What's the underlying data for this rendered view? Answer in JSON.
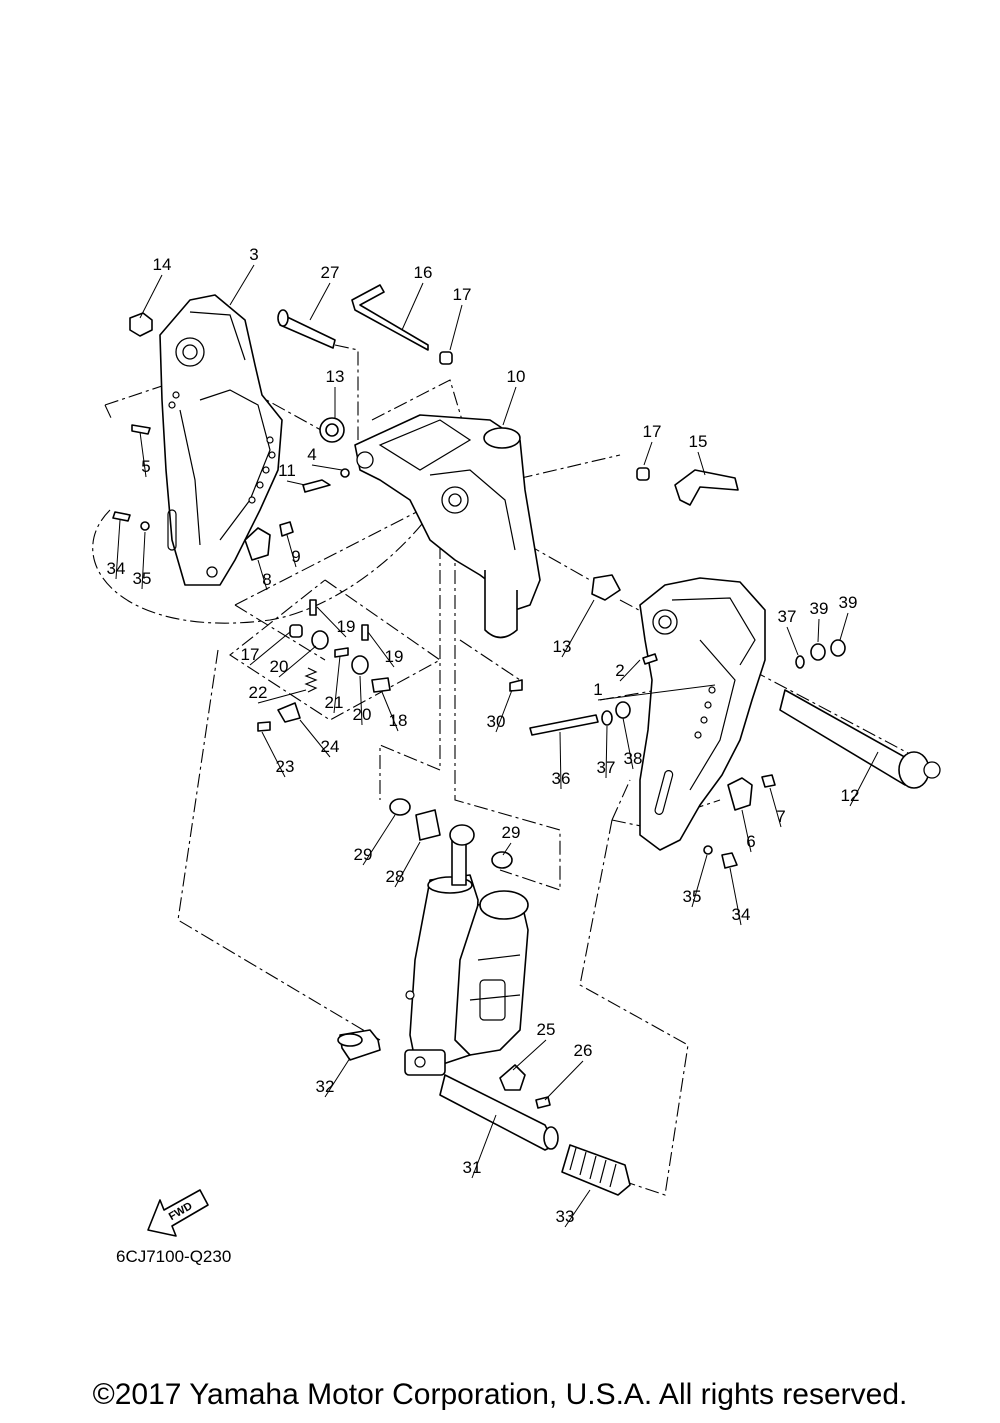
{
  "diagram": {
    "code": "6CJ7100-Q230",
    "fwd_label": "FWD",
    "copyright": "©2017 Yamaha Motor Corporation, U.S.A. All rights reserved.",
    "callouts": [
      {
        "id": "c14a",
        "text": "14"
      },
      {
        "id": "c3",
        "text": "3"
      },
      {
        "id": "c27",
        "text": "27"
      },
      {
        "id": "c16",
        "text": "16"
      },
      {
        "id": "c17a",
        "text": "17"
      },
      {
        "id": "c10",
        "text": "10"
      },
      {
        "id": "c13a",
        "text": "13"
      },
      {
        "id": "c5",
        "text": "5"
      },
      {
        "id": "c4",
        "text": "4"
      },
      {
        "id": "c11",
        "text": "11"
      },
      {
        "id": "c17b",
        "text": "17"
      },
      {
        "id": "c15",
        "text": "15"
      },
      {
        "id": "c9",
        "text": "9"
      },
      {
        "id": "c8",
        "text": "8"
      },
      {
        "id": "c34a",
        "text": "34"
      },
      {
        "id": "c35a",
        "text": "35"
      },
      {
        "id": "c13b",
        "text": "13"
      },
      {
        "id": "c37a",
        "text": "37"
      },
      {
        "id": "c39a",
        "text": "39"
      },
      {
        "id": "c39b",
        "text": "39"
      },
      {
        "id": "c17c",
        "text": "17"
      },
      {
        "id": "c19a",
        "text": "19"
      },
      {
        "id": "c19b",
        "text": "19"
      },
      {
        "id": "c20a",
        "text": "20"
      },
      {
        "id": "c2",
        "text": "2"
      },
      {
        "id": "c1",
        "text": "1"
      },
      {
        "id": "c22",
        "text": "22"
      },
      {
        "id": "c21",
        "text": "21"
      },
      {
        "id": "c20b",
        "text": "20"
      },
      {
        "id": "c18",
        "text": "18"
      },
      {
        "id": "c30",
        "text": "30"
      },
      {
        "id": "c24",
        "text": "24"
      },
      {
        "id": "c23",
        "text": "23"
      },
      {
        "id": "c36",
        "text": "36"
      },
      {
        "id": "c37b",
        "text": "37"
      },
      {
        "id": "c38",
        "text": "38"
      },
      {
        "id": "c12",
        "text": "12"
      },
      {
        "id": "c7",
        "text": "7"
      },
      {
        "id": "c6",
        "text": "6"
      },
      {
        "id": "c29a",
        "text": "29"
      },
      {
        "id": "c29b",
        "text": "29"
      },
      {
        "id": "c28",
        "text": "28"
      },
      {
        "id": "c35b",
        "text": "35"
      },
      {
        "id": "c34b",
        "text": "34"
      },
      {
        "id": "c25",
        "text": "25"
      },
      {
        "id": "c26",
        "text": "26"
      },
      {
        "id": "c32",
        "text": "32"
      },
      {
        "id": "c31",
        "text": "31"
      },
      {
        "id": "c33",
        "text": "33"
      }
    ]
  }
}
